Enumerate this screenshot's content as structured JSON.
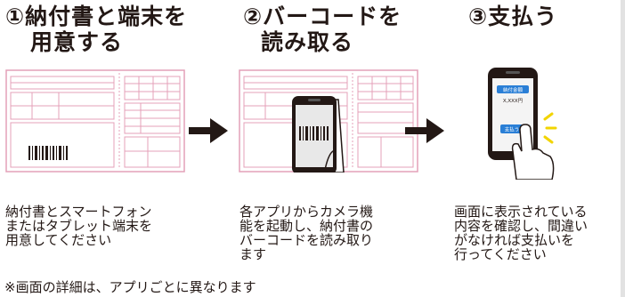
{
  "steps": [
    {
      "title_lines": [
        "①納付書と端末を",
        "用意する"
      ],
      "description_lines": [
        "納付書とスマートフォン",
        "またはタブレット端末を",
        "用意してください"
      ]
    },
    {
      "title_lines": [
        "②バーコードを",
        "読み取る"
      ],
      "description_lines": [
        "各アプリからカメラ機",
        "能を起動し、納付書の",
        "バーコードを読み取り",
        "ます"
      ]
    },
    {
      "title_lines": [
        "③支払う"
      ],
      "description_lines": [
        "画面に表示されている",
        "内容を確認し、間違い",
        "がなければ支払いを",
        "行ってください"
      ]
    }
  ],
  "phone_screen": {
    "amount_label": "納付金額",
    "amount_value": "X,XXX円",
    "pay_button": "支払う"
  },
  "footnote": "※画面の詳細は、アプリごとに異なります",
  "colors": {
    "form_pink": "#e4a0b8",
    "arrow": "#231815",
    "phone_screen_blue": "#2a7fd6",
    "sparkle_yellow": "#f2d400",
    "skin": "#ffffff"
  },
  "icons": [
    "tax-form-illustration",
    "phone-scanning-illustration",
    "phone-paying-illustration",
    "arrow-right-icon"
  ]
}
